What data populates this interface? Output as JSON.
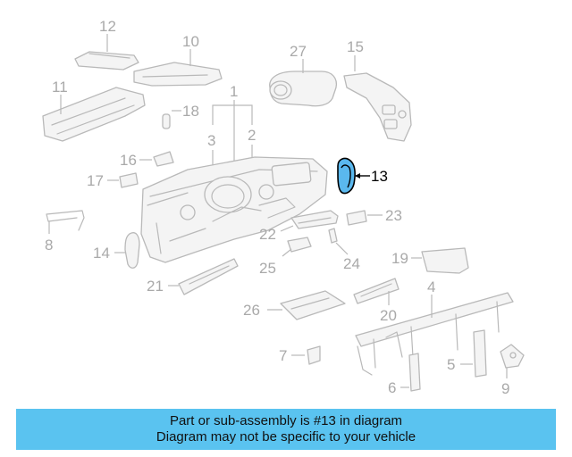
{
  "diagram": {
    "highlight_color": "#5ab8ee",
    "banner_color": "#5ac3f0",
    "labels": {
      "p1": "1",
      "p2": "2",
      "p3": "3",
      "p4": "4",
      "p5": "5",
      "p6": "6",
      "p7": "7",
      "p8": "8",
      "p9": "9",
      "p10": "10",
      "p11": "11",
      "p12": "12",
      "p13": "13",
      "p14": "14",
      "p15": "15",
      "p16": "16",
      "p17": "17",
      "p18": "18",
      "p19": "19",
      "p20": "20",
      "p21": "21",
      "p22": "22",
      "p23": "23",
      "p24": "24",
      "p25": "25",
      "p26": "26",
      "p27": "27"
    }
  },
  "banner": {
    "line1": "Part or sub-assembly is #13 in diagram",
    "line2": "Diagram may not be specific to your vehicle"
  }
}
